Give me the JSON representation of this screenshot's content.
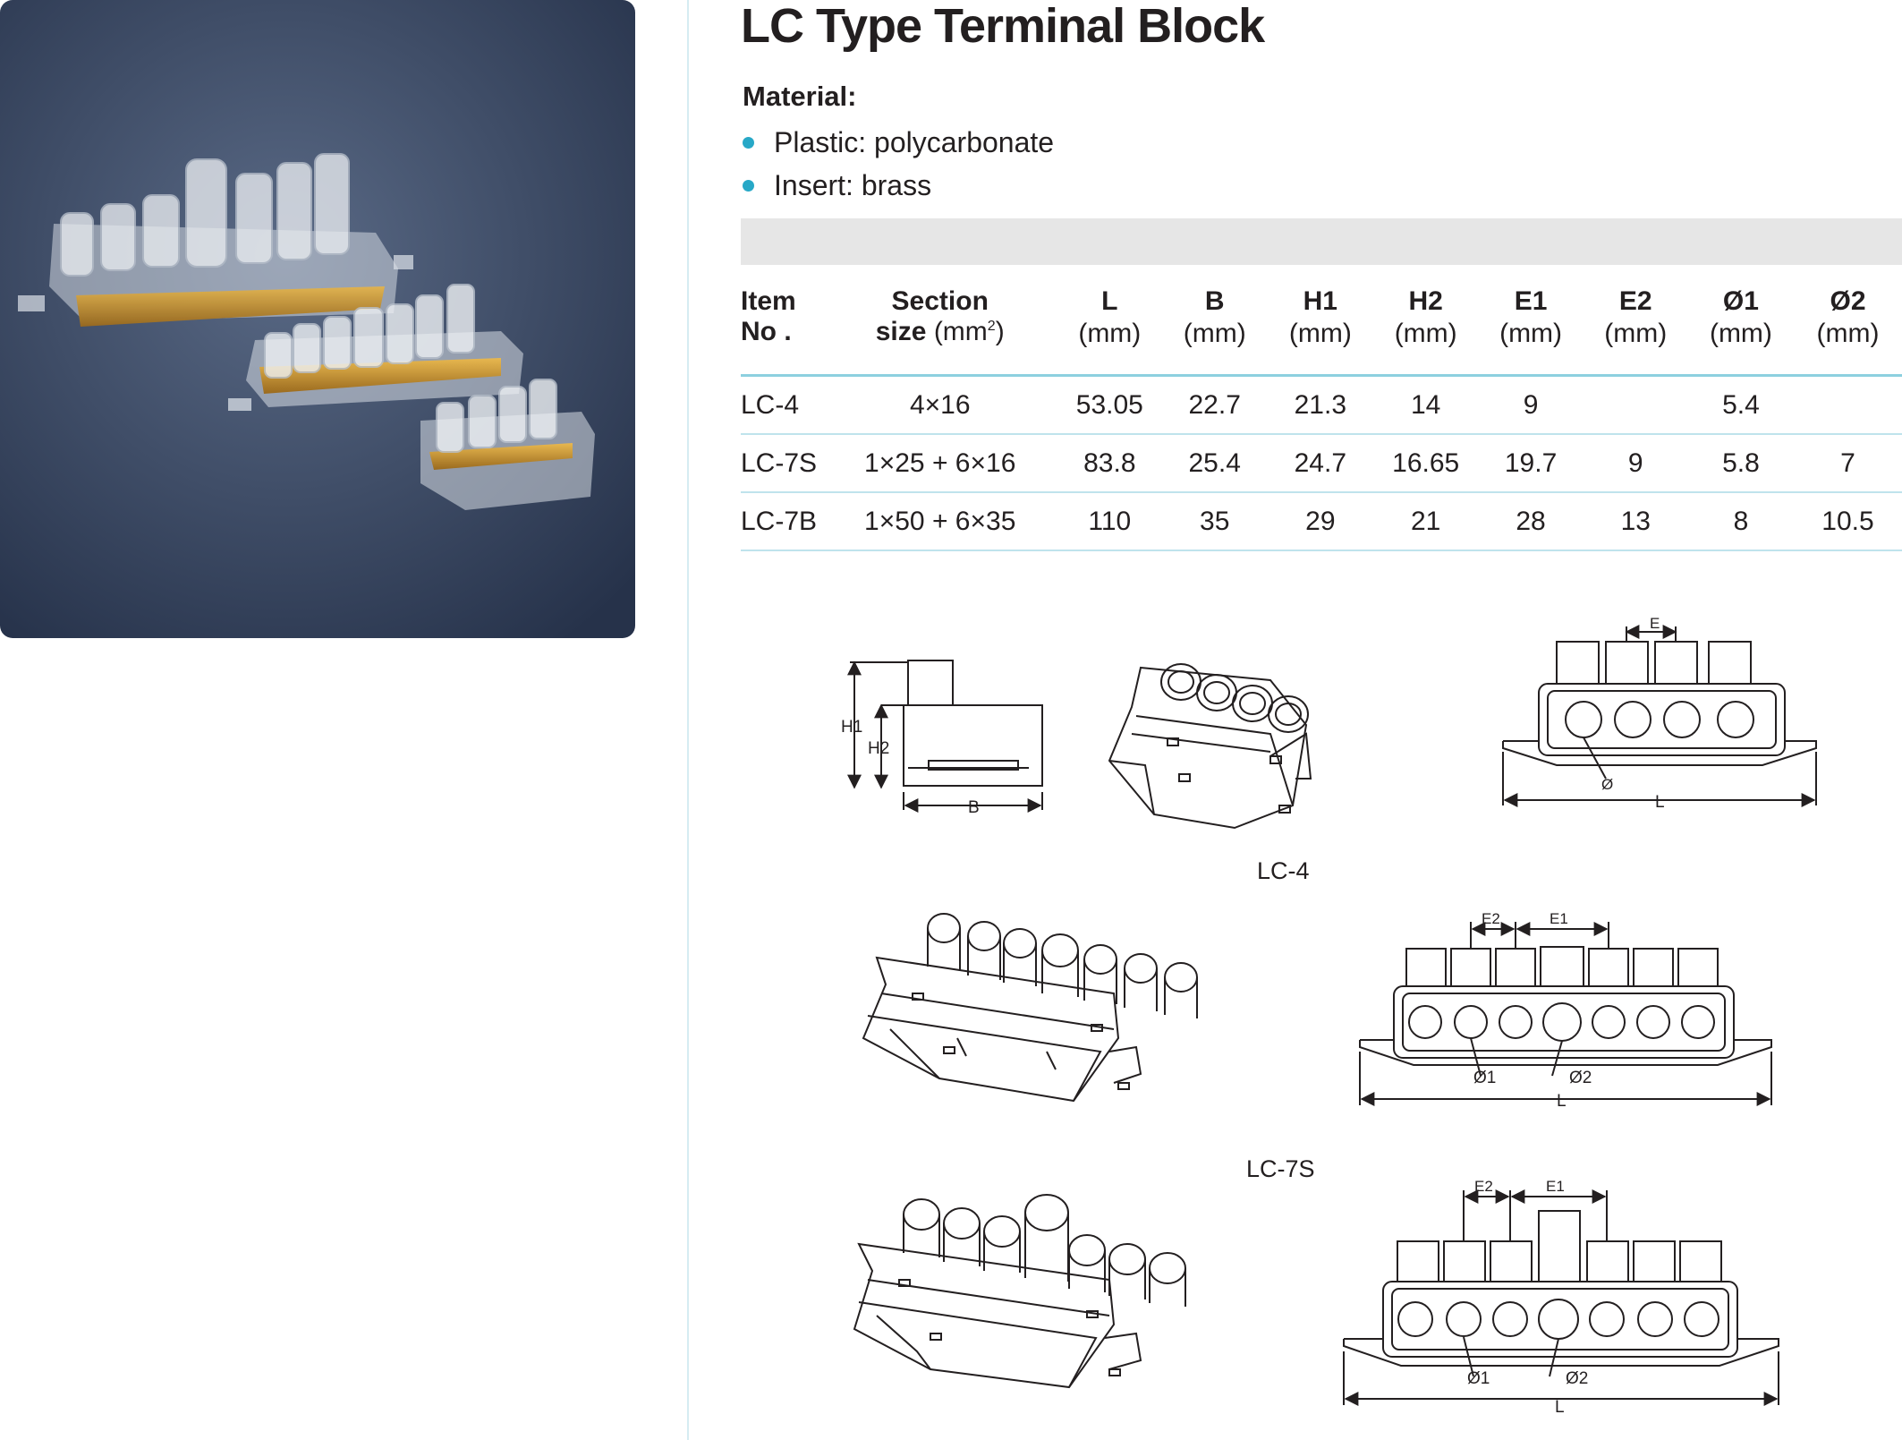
{
  "title": "LC Type Terminal Block",
  "material": {
    "heading": "Material:",
    "items": [
      "Plastic: polycarbonate",
      "Insert: brass"
    ]
  },
  "table": {
    "headers": [
      {
        "name": "Item",
        "name2": "No .",
        "unit": ""
      },
      {
        "name": "Section",
        "name2": "size",
        "unit": "(mm"
      },
      {
        "name": "L",
        "unit": "(mm)"
      },
      {
        "name": "B",
        "unit": "(mm)"
      },
      {
        "name": "H1",
        "unit": "(mm)"
      },
      {
        "name": "H2",
        "unit": "(mm)"
      },
      {
        "name": "E1",
        "unit": "(mm)"
      },
      {
        "name": "E2",
        "unit": "(mm)"
      },
      {
        "name": "Ø1",
        "unit": "(mm)"
      },
      {
        "name": "Ø2",
        "unit": "(mm)"
      }
    ],
    "sup": "2",
    "unit_close": ")",
    "rows": [
      [
        "LC-4",
        "4×16",
        "53.05",
        "22.7",
        "21.3",
        "14",
        "9",
        "",
        "5.4",
        ""
      ],
      [
        "LC-7S",
        "1×25 + 6×16",
        "83.8",
        "25.4",
        "24.7",
        "16.65",
        "19.7",
        "9",
        "5.8",
        "7"
      ],
      [
        "LC-7B",
        "1×50 + 6×35",
        "110",
        "35",
        "29",
        "21",
        "28",
        "13",
        "8",
        "10.5"
      ]
    ]
  },
  "drawings": {
    "lc4": {
      "caption": "LC-4",
      "h1": "H1",
      "h2": "H2",
      "b": "B",
      "e": "E",
      "dia": "Ø",
      "l": "L"
    },
    "lc7s": {
      "caption": "LC-7S",
      "e1": "E1",
      "e2": "E2",
      "d1": "Ø1",
      "d2": "Ø2",
      "l": "L"
    },
    "lc7b": {
      "e1": "E1",
      "e2": "E2",
      "d1": "Ø1",
      "d2": "Ø2",
      "l": "L"
    }
  },
  "colors": {
    "accent": "#27a8c7",
    "rule": "#8dd0df",
    "band": "#e6e6e6",
    "photo_bg": "#3b4a63",
    "brass": "#c8962f"
  }
}
